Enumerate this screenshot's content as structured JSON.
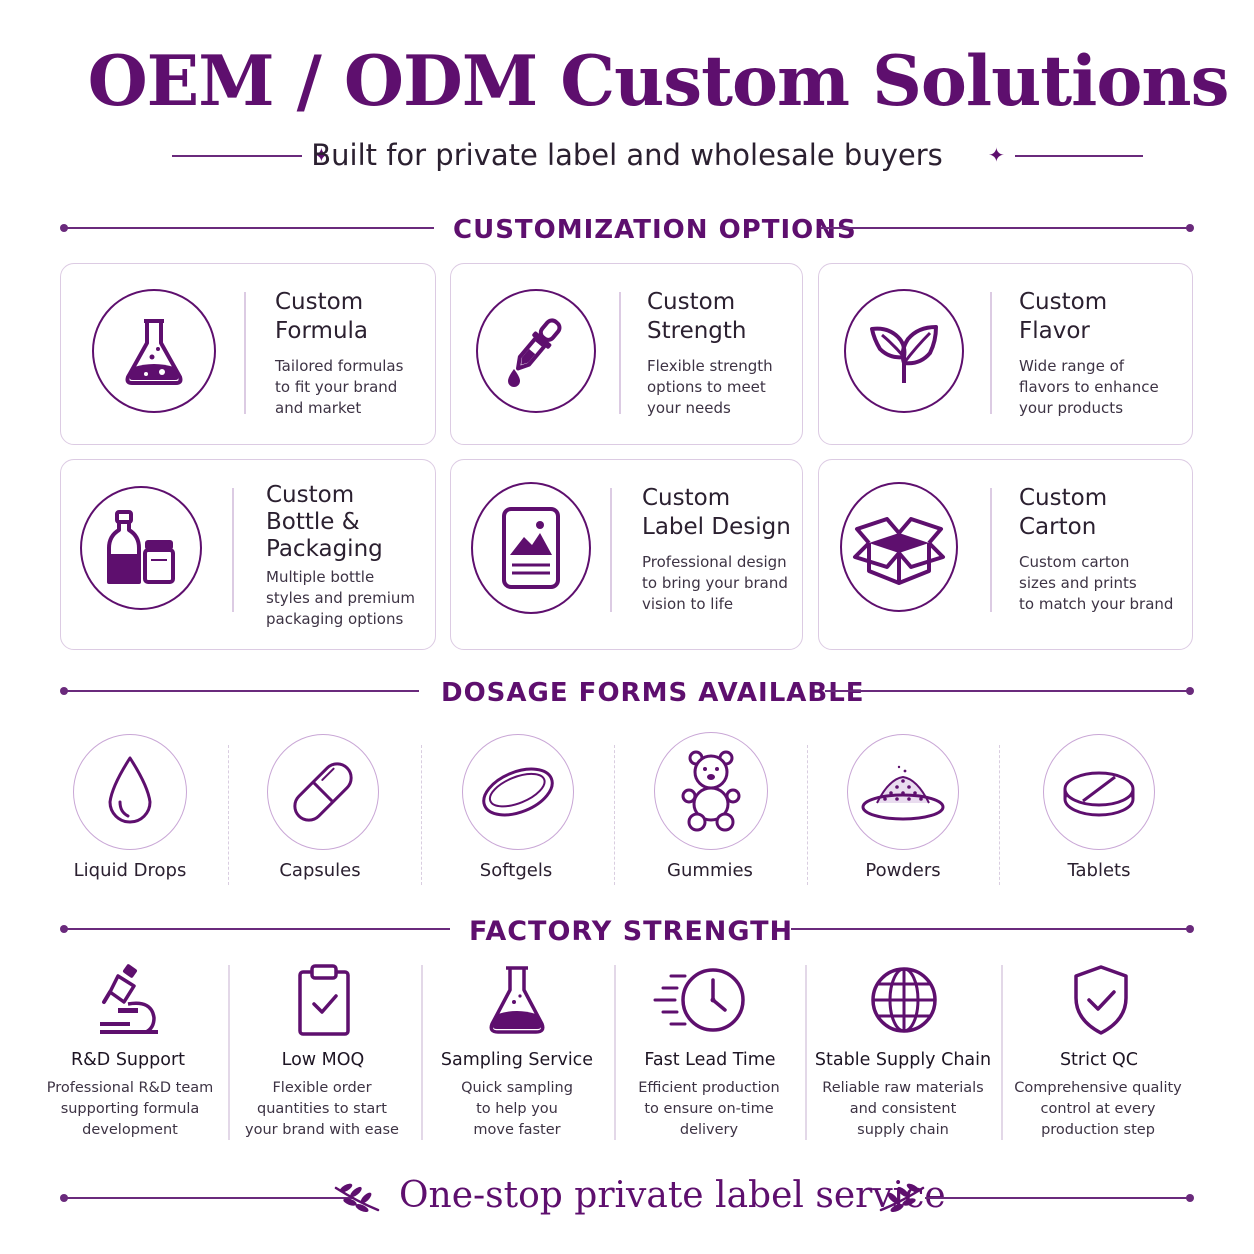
{
  "header": {
    "title": "OEM / ODM Custom Solutions",
    "subtitle": "Built for private label and wholesale buyers"
  },
  "sections": {
    "customization": "CUSTOMIZATION OPTIONS",
    "dosage": "DOSAGE FORMS AVAILABLE",
    "factory": "FACTORY STRENGTH"
  },
  "options": [
    {
      "title_line1": "Custom",
      "title_line2": "Formula",
      "title_line3": "",
      "desc_line1": "Tailored formulas",
      "desc_line2": "to fit your brand",
      "desc_line3": "and market",
      "icon": "flask-icon"
    },
    {
      "title_line1": "Custom",
      "title_line2": "Strength",
      "title_line3": "",
      "desc_line1": "Flexible strength",
      "desc_line2": "options to meet",
      "desc_line3": "your needs",
      "icon": "dropper-icon"
    },
    {
      "title_line1": "Custom",
      "title_line2": "Flavor",
      "title_line3": "",
      "desc_line1": "Wide range of",
      "desc_line2": "flavors to enhance",
      "desc_line3": "your products",
      "icon": "leaf-icon"
    },
    {
      "title_line1": "Custom",
      "title_line2": "Bottle &",
      "title_line3": "Packaging",
      "desc_line1": "Multiple bottle",
      "desc_line2": "styles and premium",
      "desc_line3": "packaging options",
      "icon": "bottle-jar-icon"
    },
    {
      "title_line1": "Custom",
      "title_line2": "Label Design",
      "title_line3": "",
      "desc_line1": "Professional design",
      "desc_line2": "to bring your brand",
      "desc_line3": "vision to life",
      "icon": "label-image-icon"
    },
    {
      "title_line1": "Custom",
      "title_line2": "Carton",
      "title_line3": "",
      "desc_line1": "Custom carton",
      "desc_line2": "sizes and prints",
      "desc_line3": "to match your brand",
      "icon": "open-box-icon"
    }
  ],
  "dosage_forms": [
    {
      "label": "Liquid Drops",
      "icon": "drop-icon"
    },
    {
      "label": "Capsules",
      "icon": "capsule-icon"
    },
    {
      "label": "Softgels",
      "icon": "softgel-icon"
    },
    {
      "label": "Gummies",
      "icon": "gummy-bear-icon"
    },
    {
      "label": "Powders",
      "icon": "powder-icon"
    },
    {
      "label": "Tablets",
      "icon": "tablet-icon"
    }
  ],
  "features": [
    {
      "title": "R&D Support",
      "desc_line1": "Professional R&D team",
      "desc_line2": "supporting formula",
      "desc_line3": "development",
      "icon": "microscope-icon"
    },
    {
      "title": "Low MOQ",
      "desc_line1": "Flexible order",
      "desc_line2": "quantities to start",
      "desc_line3": "your brand with ease",
      "icon": "clipboard-check-icon"
    },
    {
      "title": "Sampling Service",
      "desc_line1": "Quick sampling",
      "desc_line2": "to help you",
      "desc_line3": "move faster",
      "icon": "flask-icon"
    },
    {
      "title": "Fast Lead Time",
      "desc_line1": "Efficient production",
      "desc_line2": "to ensure on-time",
      "desc_line3": "delivery",
      "icon": "fast-clock-icon"
    },
    {
      "title": "Stable Supply Chain",
      "desc_line1": "Reliable raw materials",
      "desc_line2": "and consistent",
      "desc_line3": "supply chain",
      "icon": "globe-icon"
    },
    {
      "title": "Strict QC",
      "desc_line1": "Comprehensive quality",
      "desc_line2": "control at every",
      "desc_line3": "production step",
      "icon": "shield-check-icon"
    }
  ],
  "footer": {
    "text": "One-stop private label service"
  },
  "colors": {
    "primary": "#5e0f6e",
    "accent_light": "#c9a7d6",
    "border": "#dccbe3"
  }
}
